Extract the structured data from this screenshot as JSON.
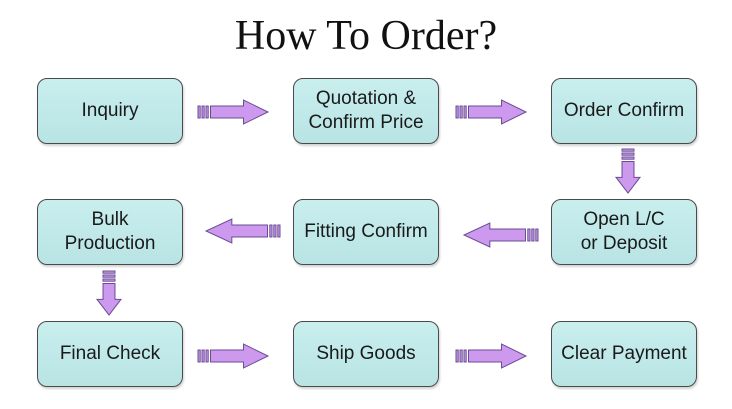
{
  "title": "How To Order?",
  "steps": [
    {
      "label": "Inquiry"
    },
    {
      "label": "Quotation &\nConfirm Price"
    },
    {
      "label": "Order Confirm"
    },
    {
      "label": "Open L/C\nor Deposit"
    },
    {
      "label": "Fitting Confirm"
    },
    {
      "label": "Bulk\nProduction"
    },
    {
      "label": "Final Check"
    },
    {
      "label": "Ship Goods"
    },
    {
      "label": "Clear Payment"
    }
  ],
  "colors": {
    "box_fill": "#c2eaea",
    "box_border": "#4a4a4a",
    "arrow_fill": "#cc99ee",
    "arrow_stroke": "#6a4c93"
  }
}
